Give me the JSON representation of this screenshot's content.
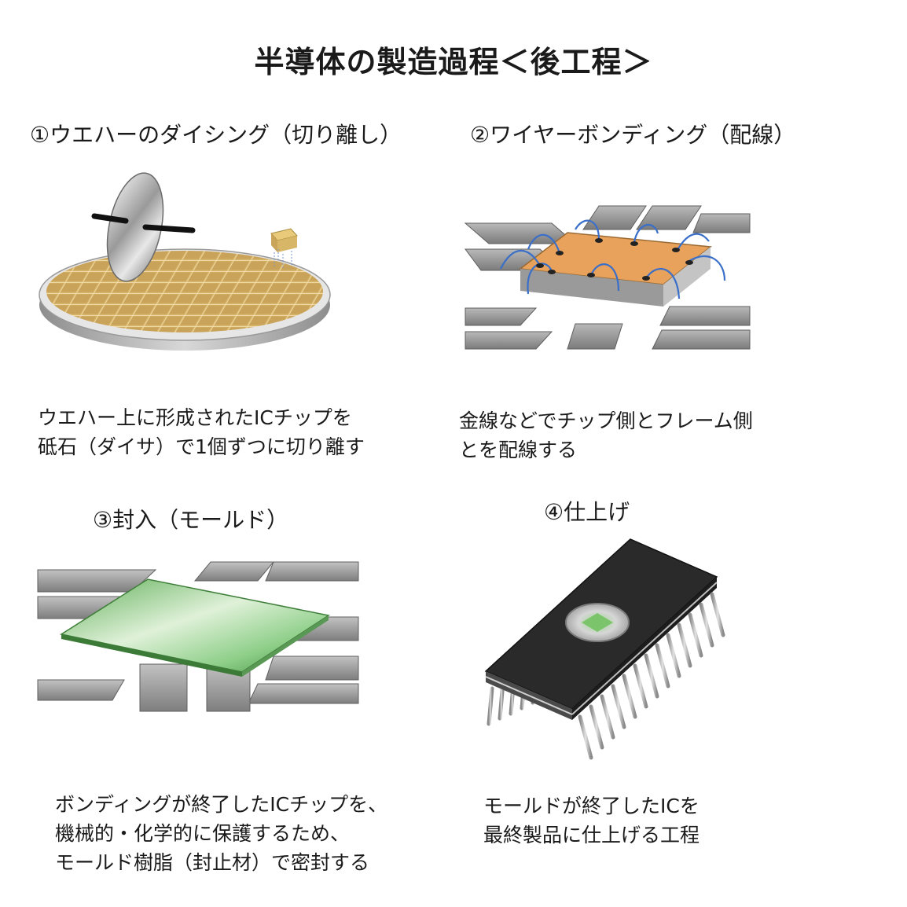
{
  "title": "半導体の製造過程＜後工程＞",
  "steps": [
    {
      "heading": "①ウエハーのダイシング（切り離し）",
      "description": [
        "ウエハー上に形成されたICチップを",
        "砥石（ダイサ）で1個ずつに切り離す"
      ]
    },
    {
      "heading": "②ワイヤーボンディング（配線）",
      "description": [
        "金線などでチップ側とフレーム側",
        "とを配線する"
      ]
    },
    {
      "heading": "③封入（モールド）",
      "description": [
        "ボンディングが終了したICチップを、",
        "機械的・化学的に保護するため、",
        "モールド樹脂（封止材）で密封する"
      ]
    },
    {
      "heading": "④仕上げ",
      "description": [
        "モールドが終了したICを",
        "最終製品に仕上げる工程"
      ]
    }
  ],
  "colors": {
    "wafer_gold": "#d9b56a",
    "chip_orange": "#e8a25c",
    "wire_blue": "#3a6fc9",
    "mold_green": "#8fcf8a",
    "package_black": "#2a2a2a",
    "frame_gray": "#8c8c8c"
  }
}
